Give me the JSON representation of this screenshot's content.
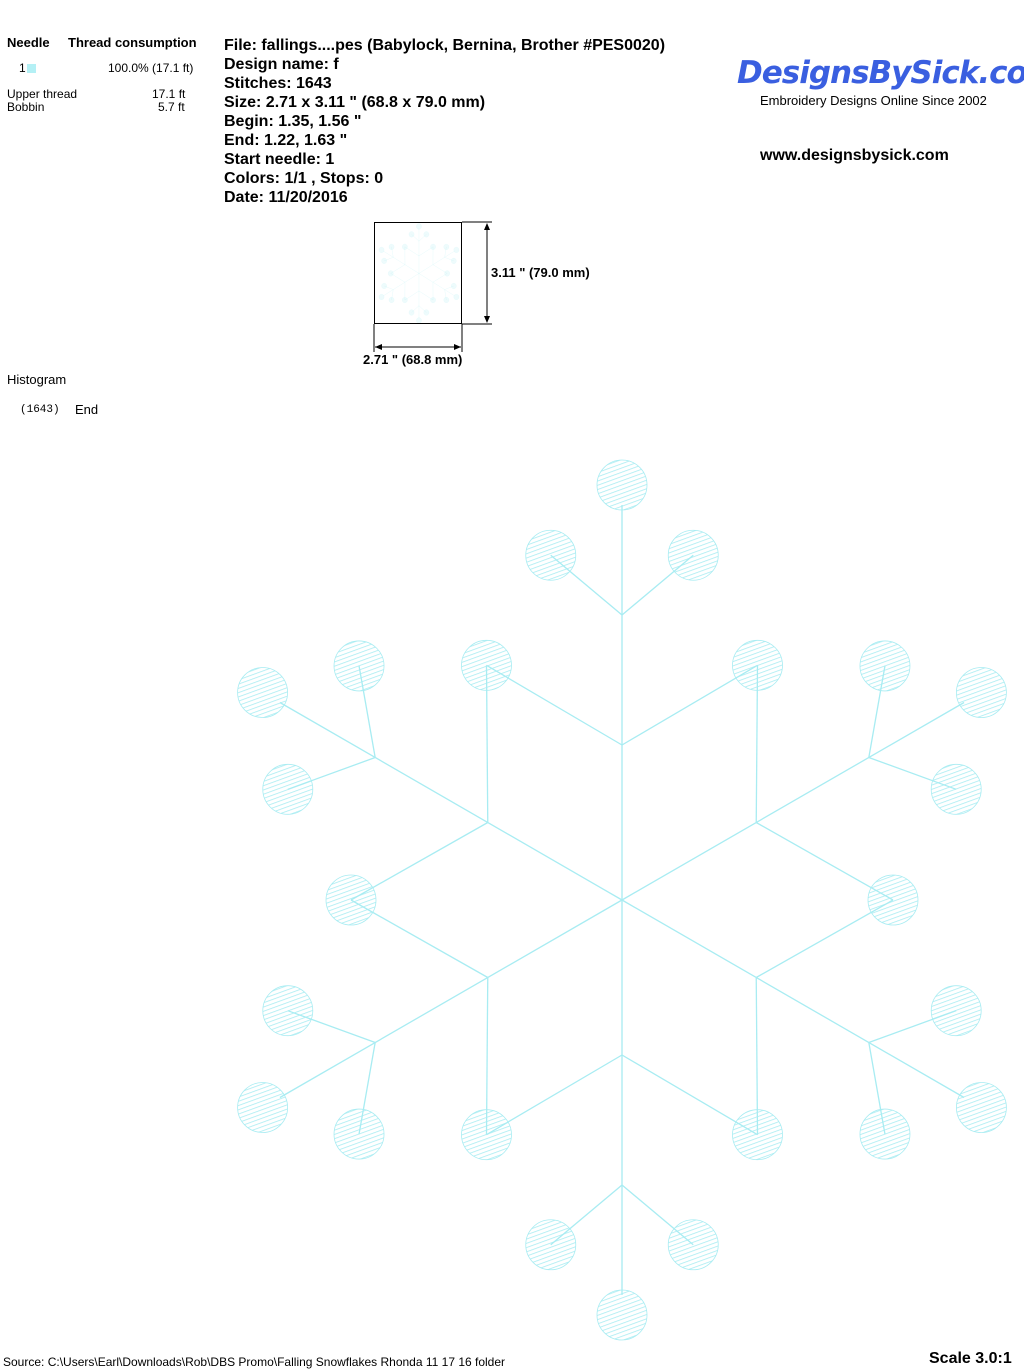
{
  "thread_table": {
    "col_needle": "Needle",
    "col_consumption": "Thread consumption",
    "rows": [
      {
        "needle": "1",
        "color": "#b4f0f5",
        "consumption": "100.0% (17.1 ft)"
      }
    ],
    "upper_label": "Upper thread",
    "upper_value": "17.1 ft",
    "bobbin_label": "Bobbin",
    "bobbin_value": "5.7 ft"
  },
  "info": {
    "file": "File: fallings....pes  (Babylock, Bernina, Brother #PES0020)",
    "design_name": "Design name: f",
    "stitches": "Stitches: 1643",
    "size": "Size: 2.71 x 3.11 \" (68.8 x 79.0 mm)",
    "begin": "Begin: 1.35, 1.56 \"",
    "end": "End: 1.22, 1.63 \"",
    "start_needle": "Start needle: 1",
    "colors": "Colors: 1/1 , Stops: 0",
    "date": "Date: 11/20/2016"
  },
  "logo": {
    "brand": "DesignsBySick.com",
    "tagline": "Embroidery Designs Online Since 2002",
    "url": "www.designsbysick.com"
  },
  "preview": {
    "height_label": "3.11 \" (79.0 mm)",
    "width_label": "2.71 \" (68.8 mm)"
  },
  "histogram": {
    "title": "Histogram",
    "count": "(1643)",
    "label": "End"
  },
  "footer": {
    "source": "Source: C:\\Users\\Earl\\Downloads\\Rob\\DBS Promo\\Falling Snowflakes Rhonda 11 17 16 folder",
    "scale": "Scale 3.0:1"
  },
  "thread_color": "#a8ecf2"
}
